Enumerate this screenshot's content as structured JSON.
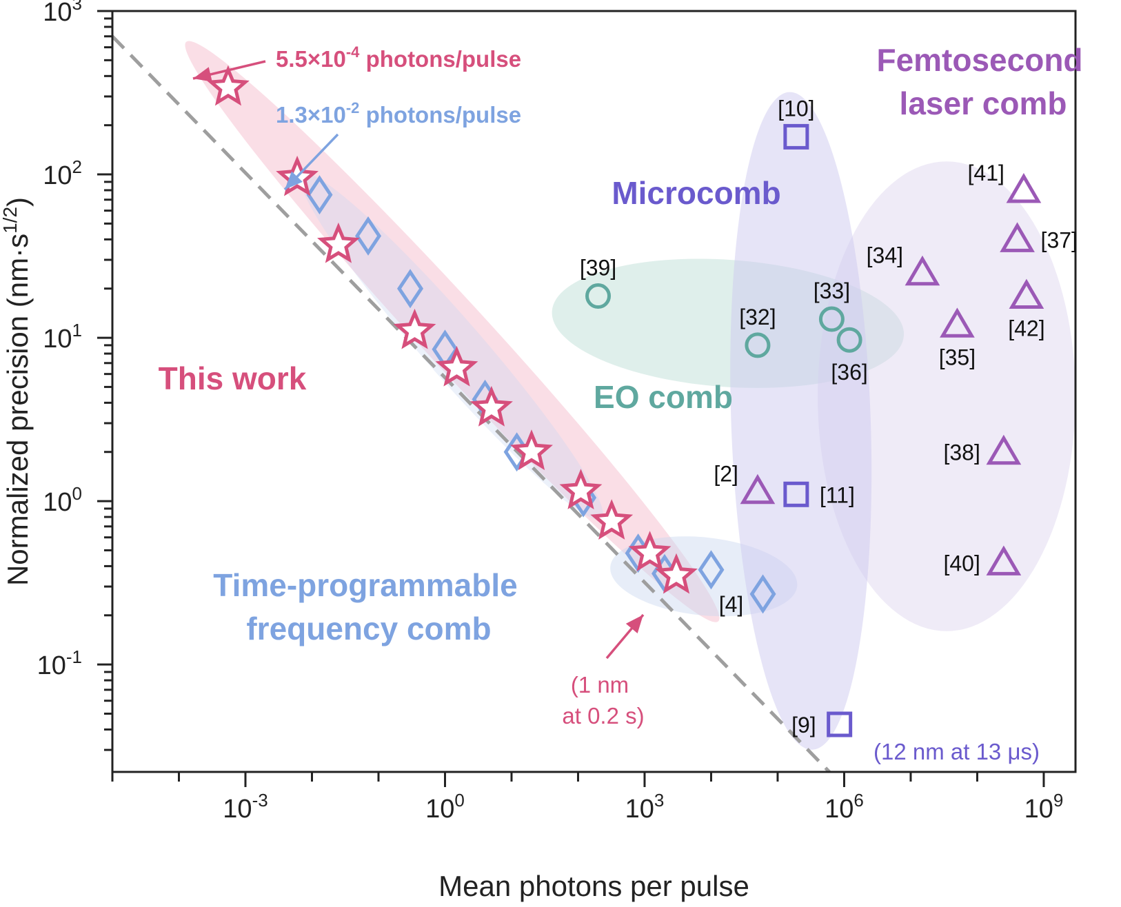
{
  "chart_data": {
    "type": "scatter",
    "x_scale": "log",
    "y_scale": "log",
    "xlabel": "Mean photons per pulse",
    "ylabel_main": "Normalized precision (nm·s",
    "ylabel_sup": "1/2",
    "ylabel_end": ")",
    "xlim": [
      1e-05,
      3000000000
    ],
    "ylim": [
      0.022,
      1000
    ],
    "x_ticks": [
      {
        "value": 0.001,
        "base": "10",
        "exp": "-3"
      },
      {
        "value": 1,
        "base": "10",
        "exp": "0"
      },
      {
        "value": 1000,
        "base": "10",
        "exp": "3"
      },
      {
        "value": 1000000,
        "base": "10",
        "exp": "6"
      },
      {
        "value": 1000000000,
        "base": "10",
        "exp": "9"
      }
    ],
    "y_ticks": [
      {
        "value": 0.1,
        "base": "10",
        "exp": "-1"
      },
      {
        "value": 1,
        "base": "10",
        "exp": "0"
      },
      {
        "value": 10,
        "base": "10",
        "exp": "1"
      },
      {
        "value": 100,
        "base": "10",
        "exp": "2"
      },
      {
        "value": 1000,
        "base": "10",
        "exp": "3"
      }
    ],
    "colors": {
      "this_work": "#d64f7c",
      "time_programmable": "#7ea3e0",
      "eo_comb": "#5fa89f",
      "microcomb": "#6a5acd",
      "femtosecond": "#9b59b6",
      "trend": "#9e9e9e"
    },
    "trend_line": {
      "x": [
        1e-05,
        600000
      ],
      "y": [
        700,
        0.022
      ]
    },
    "series": [
      {
        "key": "this_work",
        "name": "This work",
        "marker": "star",
        "x": [
          0.00055,
          0.006,
          0.025,
          0.35,
          1.5,
          5,
          20,
          110,
          320,
          1200,
          3000
        ],
        "y": [
          340,
          95,
          37,
          11,
          6.5,
          3.7,
          2.0,
          1.15,
          0.75,
          0.48,
          0.35
        ]
      },
      {
        "key": "time_programmable",
        "name": "Time-programmable frequency comb",
        "marker": "diamond",
        "x": [
          0.013,
          0.07,
          0.3,
          1.0,
          4,
          12,
          120,
          800,
          2000,
          10000,
          60000
        ],
        "y": [
          75,
          42,
          20,
          8.5,
          4.2,
          2.0,
          1.05,
          0.48,
          0.36,
          0.38,
          0.27
        ]
      }
    ],
    "references": [
      {
        "group": "eo_comb",
        "marker": "circle",
        "label": "[39]",
        "x": 200,
        "y": 18,
        "label_pos": "top"
      },
      {
        "group": "eo_comb",
        "marker": "circle",
        "label": "[32]",
        "x": 50000,
        "y": 9,
        "label_pos": "top"
      },
      {
        "group": "eo_comb",
        "marker": "circle",
        "label": "[33]",
        "x": 650000,
        "y": 13,
        "label_pos": "top"
      },
      {
        "group": "eo_comb",
        "marker": "circle",
        "label": "[36]",
        "x": 1200000,
        "y": 9.7,
        "label_pos": "bottom"
      },
      {
        "group": "microcomb",
        "marker": "square",
        "label": "[10]",
        "x": 190000,
        "y": 170,
        "label_pos": "top"
      },
      {
        "group": "microcomb",
        "marker": "square",
        "label": "[11]",
        "x": 190000,
        "y": 1.1,
        "label_pos": "right"
      },
      {
        "group": "microcomb",
        "marker": "square",
        "label": "[9]",
        "x": 850000,
        "y": 0.043,
        "label_pos": "left"
      },
      {
        "group": "femtosecond",
        "marker": "triangle",
        "label": "[2]",
        "x": 50000,
        "y": 1.15,
        "label_pos": "topleft"
      },
      {
        "group": "femtosecond",
        "marker": "triangle",
        "label": "[41]",
        "x": 500000000,
        "y": 80,
        "label_pos": "topleft"
      },
      {
        "group": "femtosecond",
        "marker": "triangle",
        "label": "[37]",
        "x": 400000000,
        "y": 40,
        "label_pos": "right"
      },
      {
        "group": "femtosecond",
        "marker": "triangle",
        "label": "[34]",
        "x": 15000000,
        "y": 25,
        "label_pos": "topleft"
      },
      {
        "group": "femtosecond",
        "marker": "triangle",
        "label": "[42]",
        "x": 550000000,
        "y": 18,
        "label_pos": "bottom"
      },
      {
        "group": "femtosecond",
        "marker": "triangle",
        "label": "[35]",
        "x": 50000000,
        "y": 12,
        "label_pos": "bottom"
      },
      {
        "group": "femtosecond",
        "marker": "triangle",
        "label": "[38]",
        "x": 250000000,
        "y": 2.0,
        "label_pos": "left"
      },
      {
        "group": "femtosecond",
        "marker": "triangle",
        "label": "[40]",
        "x": 250000000,
        "y": 0.42,
        "label_pos": "left"
      },
      {
        "group": "time_programmable",
        "marker": "none",
        "label": "[4]",
        "x": 20000,
        "y": 0.21,
        "label_pos": "none"
      }
    ],
    "regions": [
      {
        "key": "this_work",
        "color": "#f4b6c8"
      },
      {
        "key": "time_programmable",
        "color": "#c9d8f0"
      },
      {
        "key": "eo_comb",
        "color": "#bfdfd7"
      },
      {
        "key": "microcomb",
        "color": "#cdcaef"
      },
      {
        "key": "femtosecond",
        "color": "#dcd2ee"
      }
    ],
    "group_labels": {
      "this_work": "This work",
      "time_programmable_1": "Time-programmable",
      "time_programmable_2": "frequency comb",
      "eo_comb": "EO comb",
      "microcomb": "Microcomb",
      "femtosecond_1": "Femtosecond",
      "femtosecond_2": "laser comb"
    },
    "annotations": {
      "low_photons_pink_base": "5.5×10",
      "low_photons_pink_exp": "-4",
      "low_photons_pink_suffix": " photons/pulse",
      "low_photons_blue_base": "1.3×10",
      "low_photons_blue_exp": "-2",
      "low_photons_blue_suffix": " photons/pulse",
      "one_nm_line1": "(1 nm",
      "one_nm_line2": "at 0.2 s)",
      "twelve_nm": "(12 nm at 13 μs)"
    }
  }
}
